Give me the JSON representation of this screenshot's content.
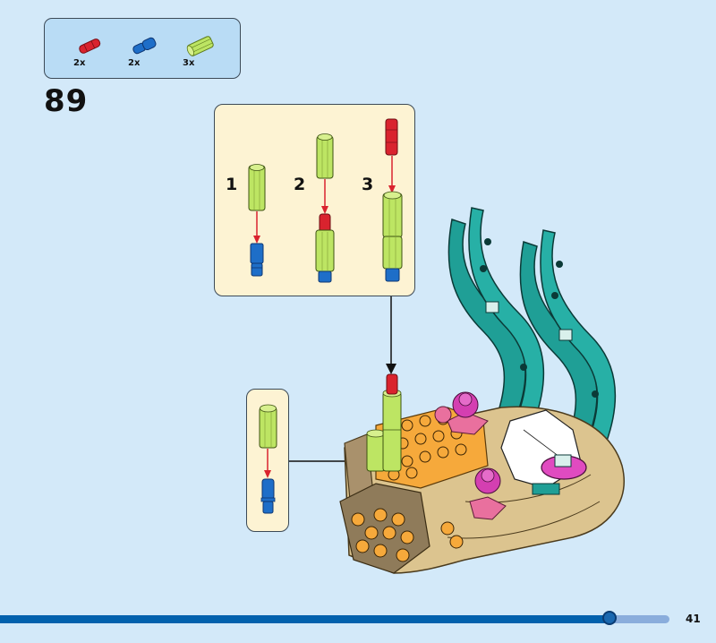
{
  "parts_list": {
    "items": [
      {
        "name": "red-axle-pin",
        "color": "#d9232e",
        "quantity": "2x"
      },
      {
        "name": "blue-axle-pin",
        "color": "#1e6ec8",
        "quantity": "2x"
      },
      {
        "name": "lime-axle-connector",
        "color": "#bde563",
        "quantity": "3x"
      }
    ]
  },
  "step": {
    "number": "89"
  },
  "sub_assembly": {
    "steps": [
      {
        "label": "1"
      },
      {
        "label": "2"
      },
      {
        "label": "3"
      }
    ]
  },
  "colors": {
    "background": "#d3e9f9",
    "parts_box": "#b9dcf5",
    "sub_box": "#fdf3d3",
    "lime": "#bde563",
    "red": "#d9232e",
    "blue": "#1e6ec8",
    "teal": "#1f9f96",
    "orange": "#f6a93b",
    "tan": "#dcc48f",
    "pink": "#d43fb1"
  },
  "footer": {
    "progress_percent": 91,
    "page_number": "41"
  }
}
